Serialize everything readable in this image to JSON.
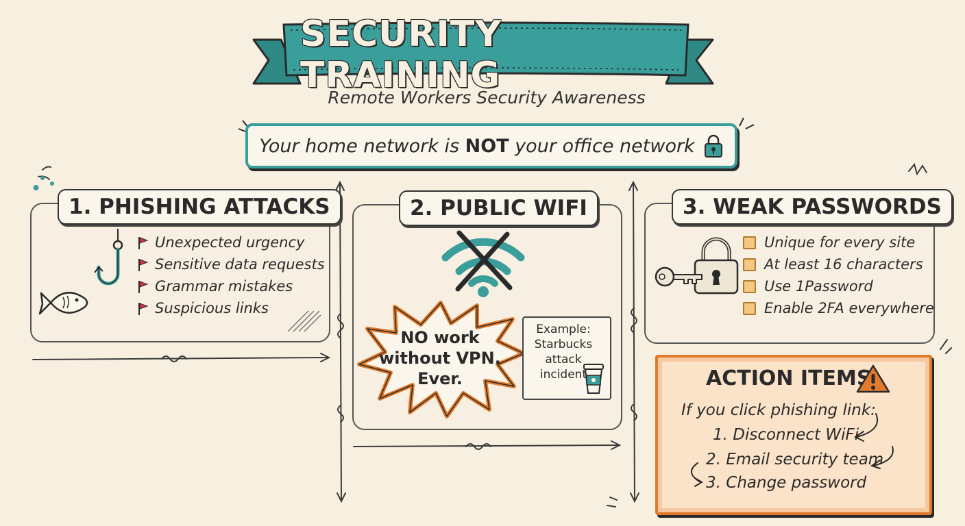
{
  "header": {
    "title": "SECURITY TRAINING",
    "subtitle": "Remote Workers Security Awareness",
    "alert_prefix": "Your home network is ",
    "alert_emphasis": "NOT",
    "alert_suffix": " your office network"
  },
  "sections": [
    {
      "title": "1. PHISHING ATTACKS",
      "items": [
        "Unexpected urgency",
        "Sensitive data requests",
        "Grammar mistakes",
        "Suspicious links"
      ]
    },
    {
      "title": "2. PUBLIC WIFI",
      "callout": [
        "NO work",
        "without VPN.",
        "Ever."
      ],
      "example": [
        "Example:",
        "Starbucks",
        "attack",
        "incident"
      ]
    },
    {
      "title": "3. WEAK PASSWORDS",
      "items": [
        "Unique for every site",
        "At least 16 characters",
        "Use 1Password",
        "Enable 2FA everywhere"
      ]
    }
  ],
  "action": {
    "title": "ACTION ITEMS",
    "intro": "If you click phishing link:",
    "steps": [
      "1. Disconnect WiFi",
      "2. Email security team",
      "3. Change password"
    ]
  },
  "colors": {
    "teal": "#3a9e9a",
    "orange": "#e07a2c",
    "flag_red": "#d8323a",
    "checkbox": "#f5c985",
    "background": "#f7efe0"
  },
  "icons": [
    "fish-hook-icon",
    "fish-icon",
    "flag-icon",
    "wifi-off-icon",
    "coffee-cup-icon",
    "padlock-icon",
    "key-icon",
    "warning-icon",
    "checkbox-icon"
  ]
}
